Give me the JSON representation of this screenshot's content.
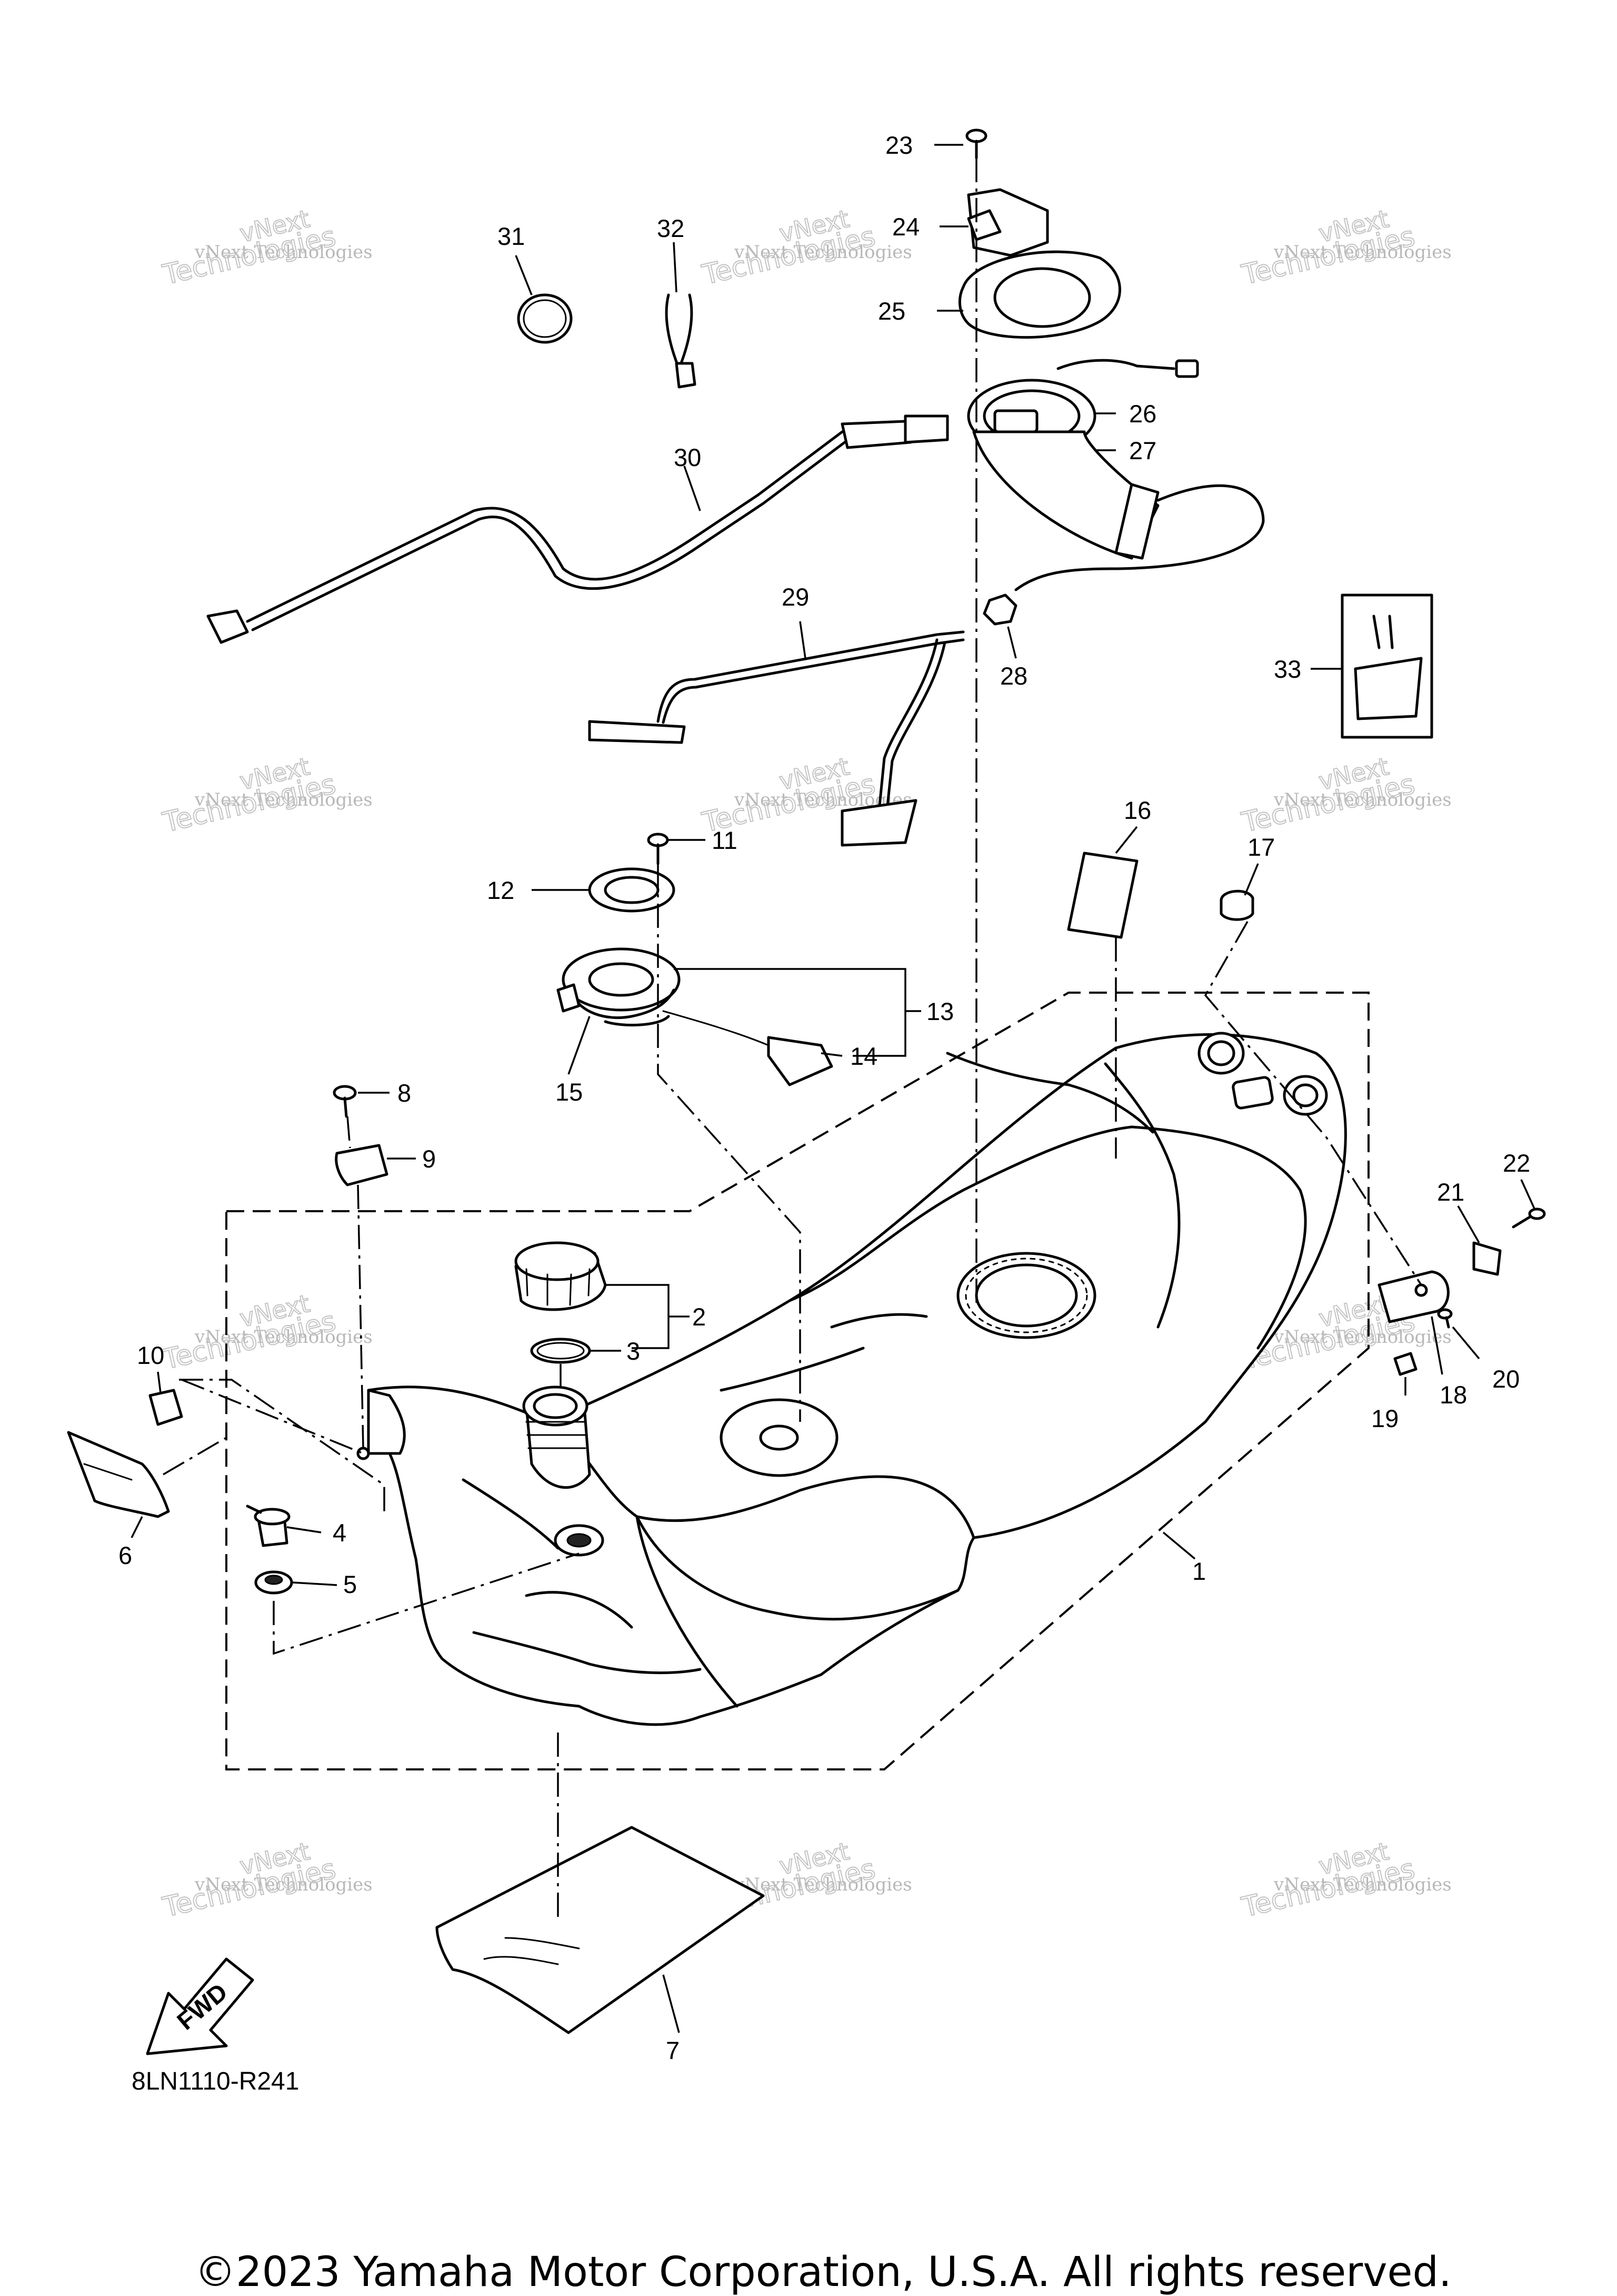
{
  "labels": [
    "1",
    "2",
    "3",
    "4",
    "5",
    "6",
    "7",
    "8",
    "9",
    "10",
    "11",
    "12",
    "13",
    "14",
    "15",
    "16",
    "17",
    "18",
    "19",
    "20",
    "21",
    "22",
    "23",
    "24",
    "25",
    "26",
    "27",
    "28",
    "29",
    "30",
    "31",
    "32",
    "33"
  ],
  "watermark": {
    "line1": "vNext",
    "line2": "vNext Technologies",
    "line3": "Technologies"
  },
  "fwd_label": "FWD",
  "ref_code": "8LN1110-R241",
  "copyright": "©2023 Yamaha Motor Corporation, U.S.A. All rights reserved."
}
